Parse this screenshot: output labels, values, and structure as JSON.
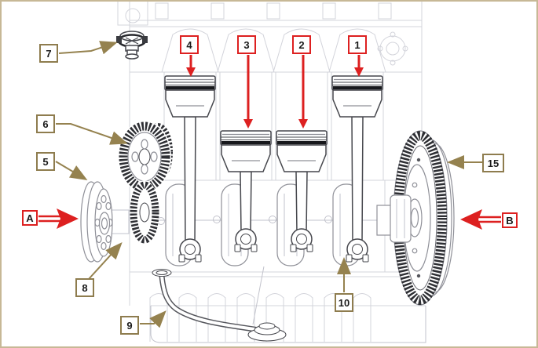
{
  "figure": {
    "title": "Engine crankshaft assembly line drawing with numbered callouts",
    "callouts": [
      {
        "label": "1",
        "style": "red",
        "points_to": "piston-1"
      },
      {
        "label": "2",
        "style": "red",
        "points_to": "piston-2"
      },
      {
        "label": "3",
        "style": "red",
        "points_to": "piston-3"
      },
      {
        "label": "4",
        "style": "red",
        "points_to": "piston-4"
      },
      {
        "label": "5",
        "style": "olive",
        "points_to": "crankshaft-pulley"
      },
      {
        "label": "6",
        "style": "olive",
        "points_to": "timing-gear"
      },
      {
        "label": "7",
        "style": "olive",
        "points_to": "thermostat"
      },
      {
        "label": "8",
        "style": "olive",
        "points_to": "crankshaft-gear"
      },
      {
        "label": "9",
        "style": "olive",
        "points_to": "oil-suction-pipe"
      },
      {
        "label": "10",
        "style": "olive",
        "points_to": "crankshaft-counterweight"
      },
      {
        "label": "15",
        "style": "olive",
        "points_to": "flywheel"
      },
      {
        "label": "A",
        "style": "red",
        "points_to": "side-a-direction"
      },
      {
        "label": "B",
        "style": "red",
        "points_to": "side-b-direction"
      }
    ],
    "parts": [
      "engine-block",
      "cylinder-head",
      "piston",
      "connecting-rod",
      "crankshaft",
      "counterweight",
      "timing-gears",
      "crankshaft-pulley",
      "thermostat",
      "oil-suction-pipe",
      "oil-pan",
      "flywheel-ring-gear"
    ],
    "colors": {
      "red": "#dd2020",
      "olive": "#8e7c4e",
      "line-olive": "#95824f",
      "border": "#c7b896",
      "ink": "#1a1a1a"
    }
  }
}
